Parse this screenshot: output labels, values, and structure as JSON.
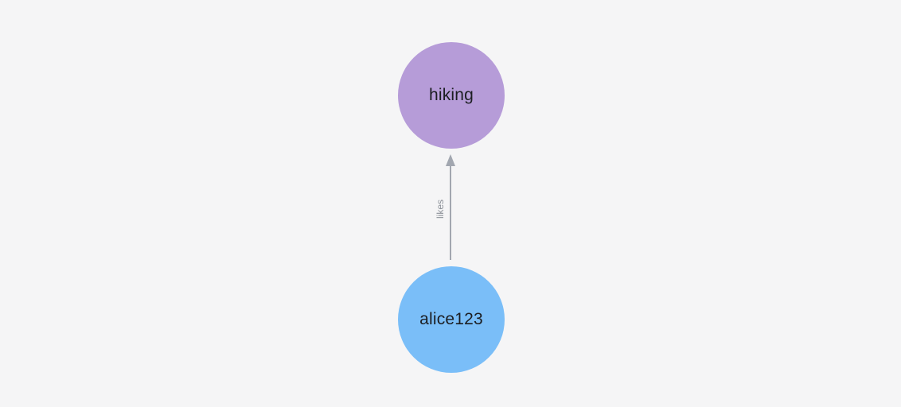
{
  "canvas": {
    "background_color": "#f5f5f6"
  },
  "graph": {
    "nodes": [
      {
        "id": "hiking",
        "label": "hiking",
        "color": "#b69cd8",
        "label_color": "#1c1e22",
        "shape": "circle"
      },
      {
        "id": "alice123",
        "label": "alice123",
        "color": "#7abef8",
        "label_color": "#1c1e22",
        "shape": "circle"
      }
    ],
    "edges": [
      {
        "from": "alice123",
        "to": "hiking",
        "label": "likes",
        "direction": "up",
        "line_color": "#a2a7b0",
        "label_color": "#8c9198",
        "arrowhead": "triangle"
      }
    ]
  }
}
